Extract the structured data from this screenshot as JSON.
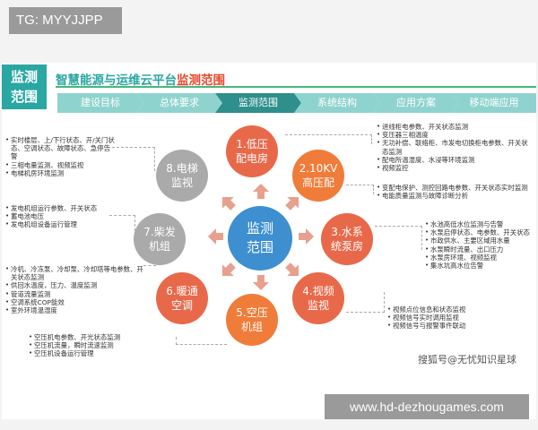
{
  "tag": "TG: MYYJJPP",
  "badge": {
    "line1": "监测",
    "line2": "范围"
  },
  "title": {
    "main": "智慧能源与运维云平台",
    "highlight": "监测范围"
  },
  "tabs": [
    {
      "label": "建设目标",
      "color": "#8fd3cf"
    },
    {
      "label": "总体要求",
      "color": "#8fd3cf"
    },
    {
      "label": "监测范围",
      "color": "#2e8f8c"
    },
    {
      "label": "系统结构",
      "color": "#8fd3cf"
    },
    {
      "label": "应用方案",
      "color": "#8fd3cf"
    },
    {
      "label": "移动端应用",
      "color": "#8fd3cf"
    }
  ],
  "center": {
    "label": "监测\n范围",
    "color": "#3d8fd0"
  },
  "arrow_color": "#e7a08e",
  "nodes": [
    {
      "label": "1.低压\n配电房",
      "color": "#e8694a"
    },
    {
      "label": "2.10KV\n高压配",
      "color": "#f07c3a"
    },
    {
      "label": "3.水系\n统泵房",
      "color": "#e8694a"
    },
    {
      "label": "4.视频\n监视",
      "color": "#e8694a"
    },
    {
      "label": "5.空压\n机组",
      "color": "#f07c3a"
    },
    {
      "label": "6.暖通\n空调",
      "color": "#e8694a"
    },
    {
      "label": "7.柴发\n机组",
      "color": "#aaaaaa"
    },
    {
      "label": "8.电梯\n监视",
      "color": "#aaaaaa"
    }
  ],
  "lists": {
    "low_voltage": [
      "进线柜电参数、开关状态监测",
      "变压器三相温度",
      "无功补偿、联络柜、市发电切换柜电参数、开关状态监测",
      "配电所温湿度、水浸等环境监测",
      "视频监控"
    ],
    "high_voltage": [
      "变配电保护、测控回路电参数、开关状态实时监测",
      "电能质量监测与故障诊断分析"
    ],
    "water": [
      "水池高低水位监测与告警",
      "水泵启停状态、电参数、开关状态",
      "市政供水、主要区域用水量",
      "水泵瞬时流量、出口压力",
      "水泵房环境、视频监视",
      "集水坑高水位告警"
    ],
    "video": [
      "视频点位信息和状态监视",
      "视频信号实时调用监视",
      "视频信号与报警事件联动"
    ],
    "air_compressor": [
      "空压机电参数、开光状态监测",
      "空压机流量，瞬时流速监测",
      "空压机设备运行管理"
    ],
    "hvac": [
      "冷机、冷冻泵、冷却泵、冷却塔等电参数、开关状态监测",
      "供回水温度，压力、温度监测",
      "管道流量监测",
      "空调系统COP能效",
      "室外环境温湿度"
    ],
    "diesel": [
      "发电机组运行参数、开关状态",
      "蓄电池电压",
      "发电机组设备运行管理"
    ],
    "elevator": [
      "实时楼层、上/下行状态、开/关门状态、空调状态、故障状态、急停告警",
      "三相电量监测、视频监视",
      "电梯机房环境监测"
    ]
  },
  "watermark": "搜狐号@无忧知识星球",
  "footer": "www.hd-dezhougames.com"
}
